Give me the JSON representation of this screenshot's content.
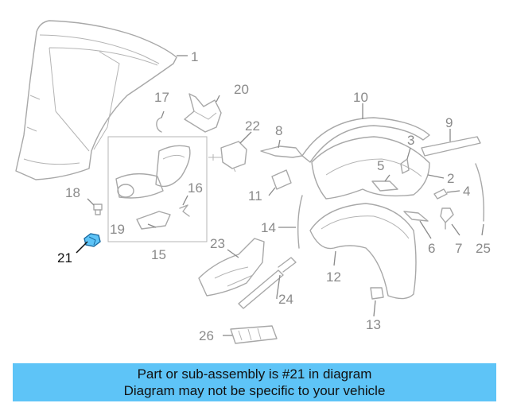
{
  "callouts": [
    {
      "id": "1",
      "label": "1"
    },
    {
      "id": "2",
      "label": "2"
    },
    {
      "id": "3",
      "label": "3"
    },
    {
      "id": "4",
      "label": "4"
    },
    {
      "id": "5",
      "label": "5"
    },
    {
      "id": "6",
      "label": "6"
    },
    {
      "id": "7",
      "label": "7"
    },
    {
      "id": "8",
      "label": "8"
    },
    {
      "id": "9",
      "label": "9"
    },
    {
      "id": "10",
      "label": "10"
    },
    {
      "id": "11",
      "label": "11"
    },
    {
      "id": "12",
      "label": "12"
    },
    {
      "id": "13",
      "label": "13"
    },
    {
      "id": "14",
      "label": "14"
    },
    {
      "id": "15",
      "label": "15"
    },
    {
      "id": "16",
      "label": "16"
    },
    {
      "id": "17",
      "label": "17"
    },
    {
      "id": "18",
      "label": "18"
    },
    {
      "id": "19",
      "label": "19"
    },
    {
      "id": "20",
      "label": "20"
    },
    {
      "id": "21",
      "label": "21"
    },
    {
      "id": "22",
      "label": "22"
    },
    {
      "id": "23",
      "label": "23"
    },
    {
      "id": "24",
      "label": "24"
    },
    {
      "id": "25",
      "label": "25"
    },
    {
      "id": "26",
      "label": "26"
    }
  ],
  "highlighted_part": "21",
  "highlight_color": "#5ec4f7",
  "banner": {
    "line1": "Part or sub-assembly is #21 in diagram",
    "line2": "Diagram may not be specific to your vehicle",
    "background": "#5ec4f7"
  }
}
